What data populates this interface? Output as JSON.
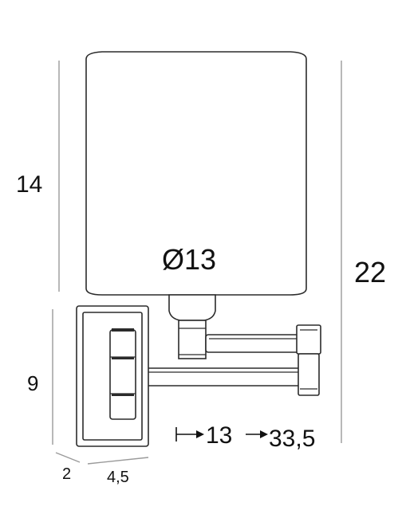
{
  "dimensions": {
    "shade_height": "14",
    "shade_diameter": "Ø13",
    "total_height": "22",
    "backplate_height": "9",
    "backplate_depth": "2",
    "backplate_width": "4,5",
    "arm_min": "13",
    "arm_max": "33,5"
  },
  "colors": {
    "outline": "#2b2b2b",
    "dimension_line": "#9a9a9a",
    "background": "#ffffff"
  }
}
